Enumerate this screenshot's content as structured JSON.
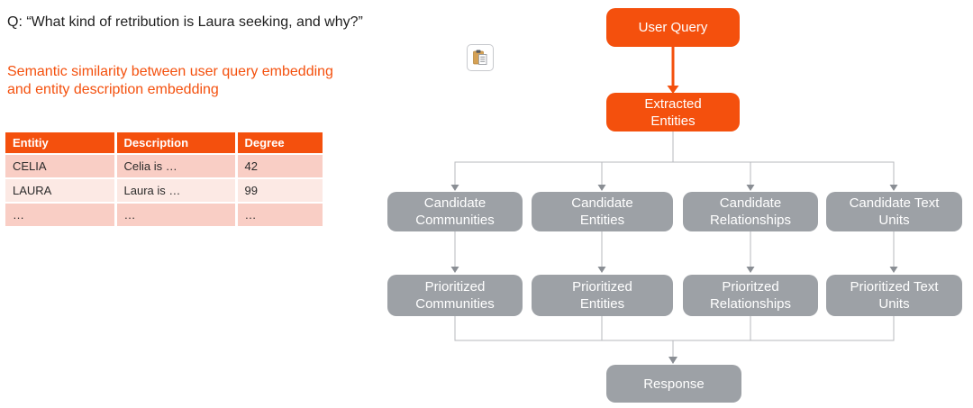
{
  "colors": {
    "accent_orange": "#F4500D",
    "node_gray": "#9DA1A6",
    "table_row_odd": "#F9CEC5",
    "table_row_even": "#FCE9E4",
    "connector_gray": "#B7B9BD",
    "arrowhead_gray": "#8A8E94",
    "question_text": "#1F1F1F"
  },
  "icons": {
    "toolbar_button": "clipboard-paste-icon"
  },
  "question": "Q: “What kind of retribution is Laura seeking, and why?”",
  "subtitle": {
    "line1": "Semantic similarity between user query embedding",
    "line2": "and entity description embedding"
  },
  "table": {
    "headers": [
      "Entitiy",
      "Description",
      "Degree"
    ],
    "rows": [
      [
        "CELIA",
        "Celia is …",
        "42"
      ],
      [
        "LAURA",
        "Laura is …",
        "99"
      ],
      [
        "…",
        "…",
        "…"
      ]
    ]
  },
  "flowchart": {
    "user_query": "User Query",
    "extracted_entities": "Extracted\nEntities",
    "candidates": [
      "Candidate\nCommunities",
      "Candidate\nEntities",
      "Candidate\nRelationships",
      "Candidate Text\nUnits"
    ],
    "prioritized": [
      "Prioritized\nCommunities",
      "Prioritized\nEntities",
      "Prioritzed\nRelationships",
      "Prioritized Text\nUnits"
    ],
    "response": "Response"
  }
}
